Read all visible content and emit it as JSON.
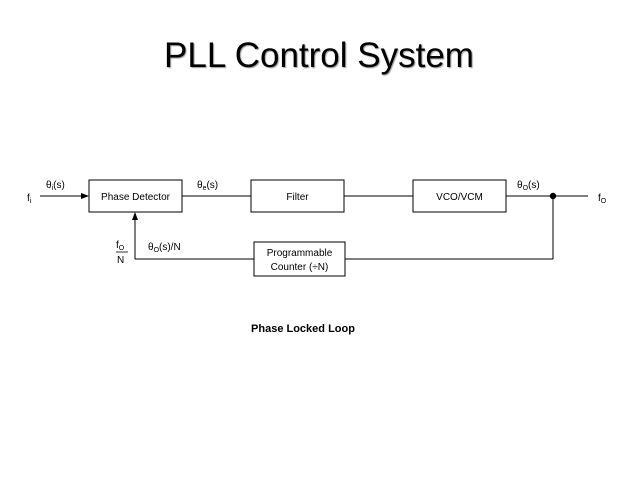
{
  "slide": {
    "title": "PLL Control System"
  },
  "diagram": {
    "blocks": {
      "phase_detector": "Phase Detector",
      "filter": "Filter",
      "vco": "VCO/VCM",
      "counter_line1": "Programmable",
      "counter_line2": "Counter (÷N)"
    },
    "signals": {
      "input_freq": {
        "main": "f",
        "sub": "i"
      },
      "input_phase": {
        "main": "θ",
        "sub": "i",
        "tail": "(s)"
      },
      "error_phase": {
        "main": "θ",
        "sub": "e",
        "tail": "(s)"
      },
      "output_phase": {
        "main": "θ",
        "sub": "O",
        "tail": "(s)"
      },
      "output_freq": {
        "main": "f",
        "sub": "O"
      },
      "feedback_phase": {
        "main": "θ",
        "sub": "O",
        "tail": "(s)/N"
      },
      "feedback_fraction": {
        "numerator_main": "f",
        "numerator_sub": "O",
        "denominator": "N"
      }
    },
    "caption": "Phase Locked Loop"
  }
}
